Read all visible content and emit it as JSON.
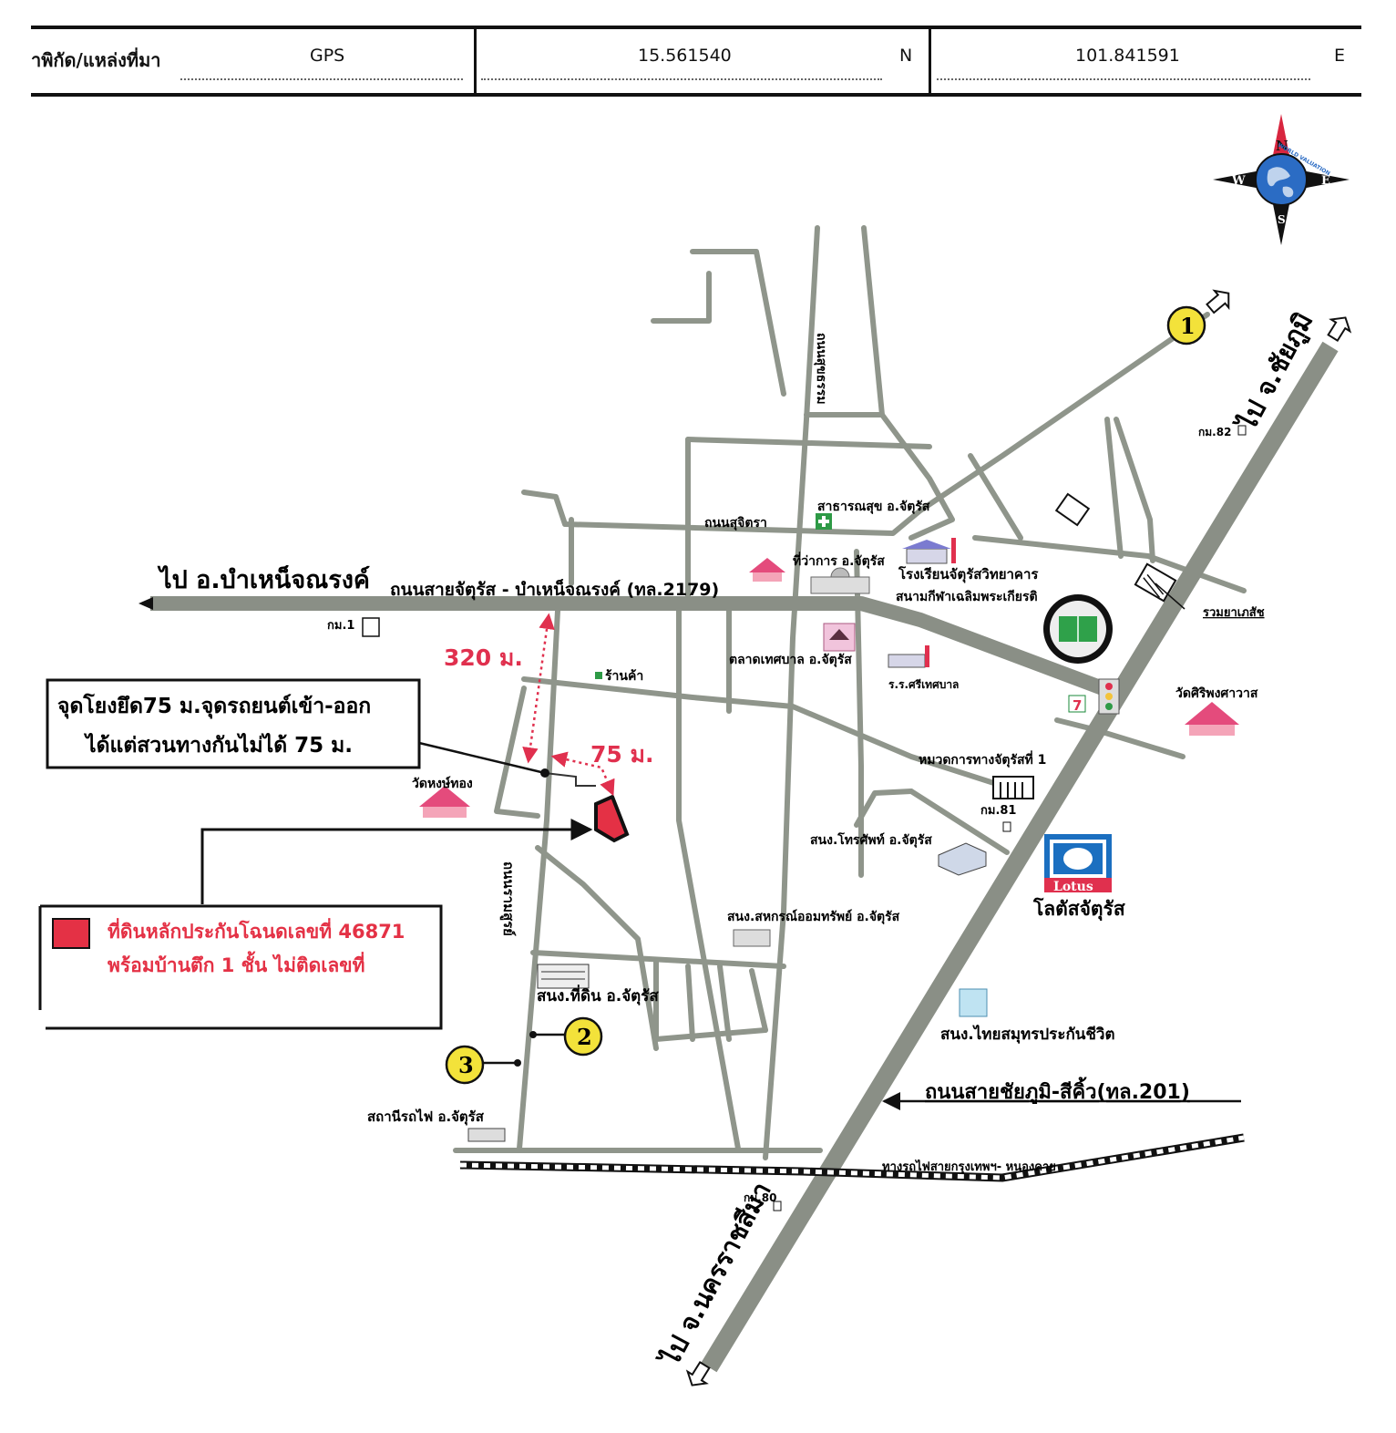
{
  "header": {
    "coord_label": "าพิกัด/แหล่งที่มา",
    "source": "GPS",
    "latitude": "15.561540",
    "lat_dir": "N",
    "longitude": "101.841591",
    "lon_dir": "E"
  },
  "compass": {
    "north": "N",
    "south": "S",
    "east": "E",
    "west": "W",
    "emblem": "WORLD VALUATION",
    "icon": "compass-rose-icon"
  },
  "markers": [
    "1",
    "2",
    "3"
  ],
  "roads": {
    "to_bamnet": "ไป อ.บำเหน็จณรงค์",
    "road_2179": "ถนนสายจัตุรัส - บำเหน็จณรงค์ (ทล.2179)",
    "to_chaiyaphum": "ไป จ.ชัยภูมิ",
    "to_nakhon": "ไป จ.นครราชสีมา",
    "road_201": "ถนนสายชัยภูมิ-สีคิ้ว(ทล.201)",
    "sukhitra": "ถนนสุจิตรา",
    "sukhumtham": "ถนนสุขธรรม",
    "ramasun": "ถนนรามสูรย์",
    "railway": "ทางรถไฟสายกรุงเทพฯ- หนองคาย"
  },
  "km_posts": {
    "km1": "กม.1",
    "km80": "กม.80",
    "km81": "กม.81",
    "km82": "กม.82"
  },
  "places": {
    "health": "สาธารณสุข อ.จัตุรัส",
    "district_office": "ที่ว่าการ อ.จัตุรัส",
    "school": "โรงเรียนจัตุรัสวิทยาคาร",
    "stadium": "สนามกีฬาเฉลิมพระเกียรติ",
    "pharmacy": "รวมยาเภสัช",
    "market": "ตลาดเทศบาล อ.จัตุรัส",
    "school2": "ร.ร.ศรีเทศบาล",
    "shop": "ร้านค้า",
    "temple_siri": "วัดศิริพงศาวาส",
    "temple_hong": "วัดหงษ์ทอง",
    "highway_unit": "หมวดการทางจัตุรัสที่ 1",
    "telephone": "สนง.โทรศัพท์ อ.จัตุรัส",
    "lotus_logo": "Lotus",
    "lotus": "โลตัสจัตุรัส",
    "coop": "สนง.สหกรณ์ออมทรัพย์ อ.จัตุรัส",
    "land_office": "สนง.ที่ดิน อ.จัตุรัส",
    "insurance": "สนง.ไทยสมุทรประกันชีวิต",
    "station": "สถานีรถไฟ อ.จัตุรัส"
  },
  "distances": {
    "d320": "320 ม.",
    "d75": "75 ม."
  },
  "notes": {
    "access_line1": "จุดโยงยึด75 ม.จุดรถยนต์เข้า-ออก",
    "access_line2": "ได้แต่สวนทางกันไม่ได้ 75 ม."
  },
  "legend": {
    "line1": "ที่ดินหลักประกันโฉนดเลขที่ 46871",
    "line2": "พร้อมบ้านตึก 1 ชั้น ไม่ติดเลขที่"
  },
  "colors": {
    "road": "#8f958b",
    "highway": "#8a8f86",
    "accent_red": "#e0304e",
    "marker_yellow": "#f3e23a",
    "legend_red": "#e43145"
  }
}
